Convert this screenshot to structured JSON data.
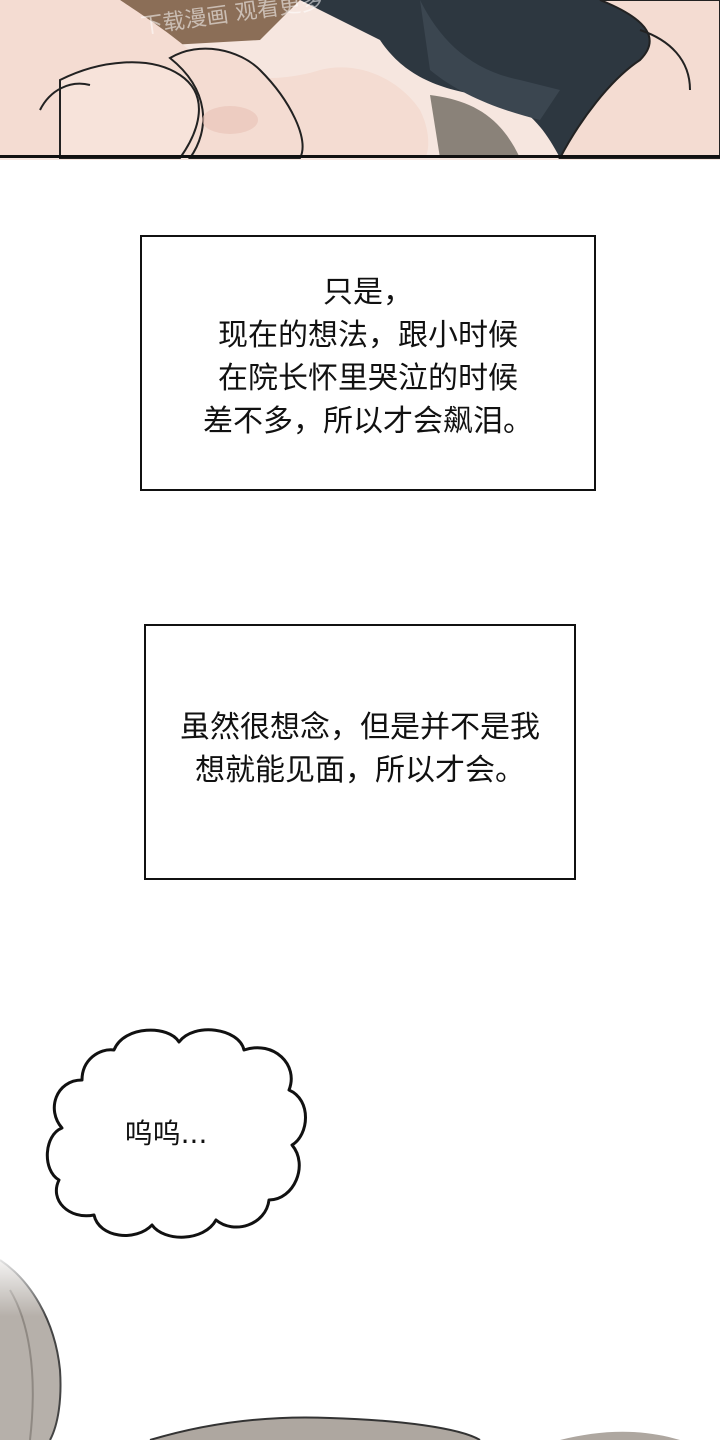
{
  "watermark": "下载漫画 观看更多",
  "captions": [
    {
      "lines": [
        "只是，",
        "现在的想法，跟小时候",
        "在院长怀里哭泣的时候",
        "差不多，所以才会飙泪。"
      ]
    },
    {
      "lines": [
        "虽然很想念，但是并不是我",
        "想就能见面，所以才会。"
      ]
    }
  ],
  "bubble": {
    "text": "呜呜..."
  },
  "colors": {
    "skin": "#f4dcd2",
    "skin_shadow": "#e3bfb2",
    "cloth_dark": "#2d3740",
    "cloth_gray": "#8a8279",
    "hair_gray": "#b6b0aa",
    "outline": "#111111"
  }
}
